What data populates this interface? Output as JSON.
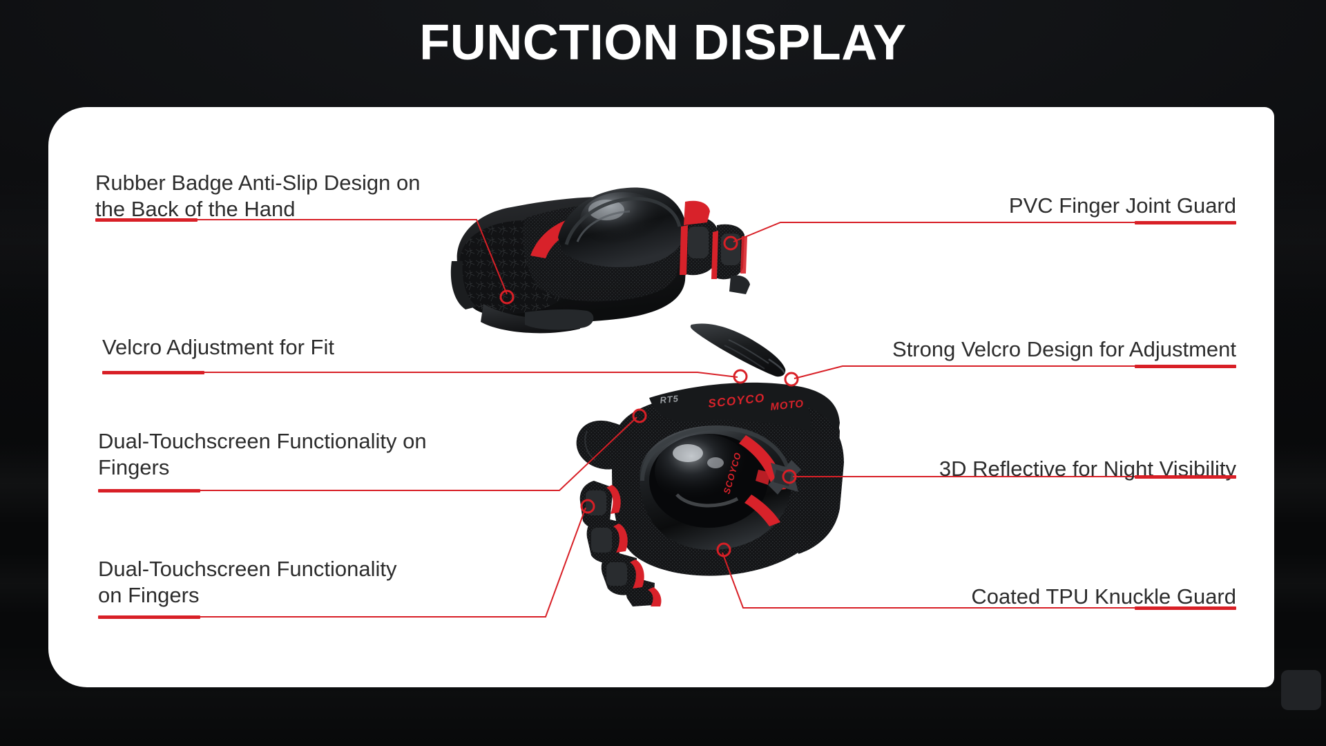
{
  "page": {
    "title": "FUNCTION DISPLAY",
    "background_color": "#0d0e10",
    "card_color": "#ffffff",
    "accent_color": "#d81f26",
    "text_color": "#2c2c2c"
  },
  "callouts": {
    "left": [
      {
        "id": "rubber-badge",
        "text": "Rubber Badge Anti-Slip Design on\nthe Back of the Hand"
      },
      {
        "id": "velcro-fit",
        "text": "Velcro Adjustment for Fit"
      },
      {
        "id": "dual-touchscreen-upper",
        "text": "Dual-Touchscreen Functionality on\nFingers"
      },
      {
        "id": "dual-touchscreen-lower",
        "text": "Dual-Touchscreen Functionality\non Fingers"
      }
    ],
    "right": [
      {
        "id": "pvc-finger-joint",
        "text": "PVC Finger Joint Guard"
      },
      {
        "id": "strong-velcro",
        "text": "Strong Velcro Design for Adjustment"
      },
      {
        "id": "3d-reflective",
        "text": "3D Reflective for Night Visibility"
      },
      {
        "id": "tpu-knuckle",
        "text": "Coated TPU Knuckle Guard"
      }
    ]
  },
  "product": {
    "brand": "SCOYCO",
    "brand_sub": "MOTO",
    "brand_model": "RT5"
  }
}
